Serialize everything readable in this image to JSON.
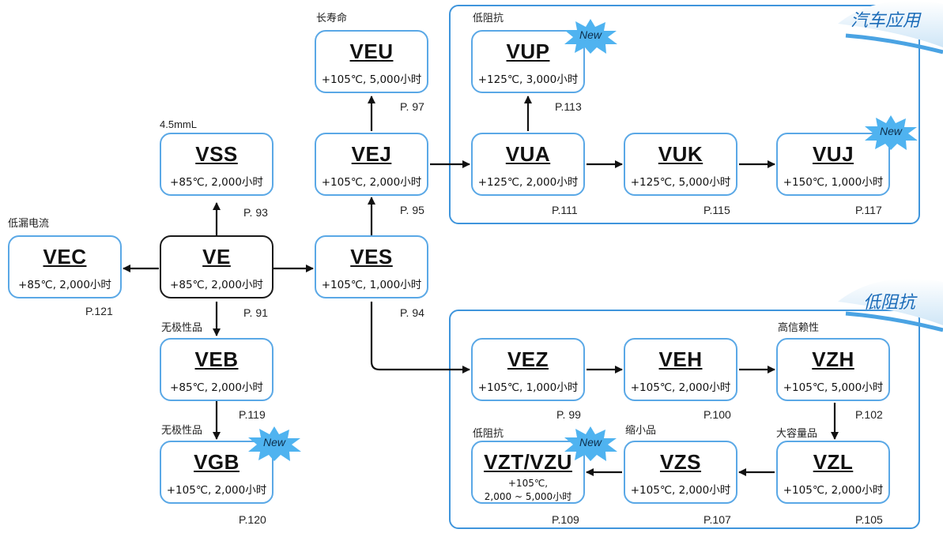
{
  "groups": {
    "automotive": {
      "label": "汽车应用"
    },
    "low_impedance": {
      "label": "低阻抗"
    }
  },
  "new_badge": "New",
  "nodes": {
    "veu": {
      "name": "VEU",
      "spec": "+105℃, 5,000小时",
      "page": "P. 97",
      "note": "长寿命"
    },
    "vss": {
      "name": "VSS",
      "spec": "+85℃, 2,000小时",
      "page": "P. 93",
      "note": "4.5mmL"
    },
    "vej": {
      "name": "VEJ",
      "spec": "+105℃, 2,000小时",
      "page": "P. 95"
    },
    "vup": {
      "name": "VUP",
      "spec": "+125℃, 3,000小时",
      "page": "P.113",
      "note": "低阻抗"
    },
    "vua": {
      "name": "VUA",
      "spec": "+125℃, 2,000小时",
      "page": "P.111"
    },
    "vuk": {
      "name": "VUK",
      "spec": "+125℃, 5,000小时",
      "page": "P.115"
    },
    "vuj": {
      "name": "VUJ",
      "spec": "+150℃, 1,000小时",
      "page": "P.117"
    },
    "vec": {
      "name": "VEC",
      "spec": "+85℃, 2,000小时",
      "page": "P.121",
      "note": "低漏电流"
    },
    "ve": {
      "name": "VE",
      "spec": "+85℃, 2,000小时",
      "page": "P. 91"
    },
    "ves": {
      "name": "VES",
      "spec": "+105℃, 1,000小时",
      "page": "P. 94"
    },
    "veb": {
      "name": "VEB",
      "spec": "+85℃, 2,000小时",
      "page": "P.119",
      "note": "无极性品"
    },
    "vgb": {
      "name": "VGB",
      "spec": "+105℃, 2,000小时",
      "page": "P.120",
      "note": "无极性品"
    },
    "vez": {
      "name": "VEZ",
      "spec": "+105℃, 1,000小时",
      "page": "P. 99"
    },
    "veh": {
      "name": "VEH",
      "spec": "+105℃, 2,000小时",
      "page": "P.100"
    },
    "vzh": {
      "name": "VZH",
      "spec": "+105℃, 5,000小时",
      "page": "P.102",
      "note": "高信赖性"
    },
    "vztvzu": {
      "name": "VZT/VZU",
      "spec_line1": "+105℃,",
      "spec_line2": "2,000 ~ 5,000小时",
      "page": "P.109",
      "note": "低阻抗"
    },
    "vzs": {
      "name": "VZS",
      "spec": "+105℃, 2,000小时",
      "page": "P.107",
      "note": "缩小品"
    },
    "vzl": {
      "name": "VZL",
      "spec": "+105℃, 2,000小时",
      "page": "P.105",
      "note": "大容量品"
    }
  },
  "colors": {
    "box_border": "#5aa8e6",
    "group_border": "#3f95dc",
    "badge_text": "#1a6bb8",
    "new_burst": "#4fb3f0"
  }
}
